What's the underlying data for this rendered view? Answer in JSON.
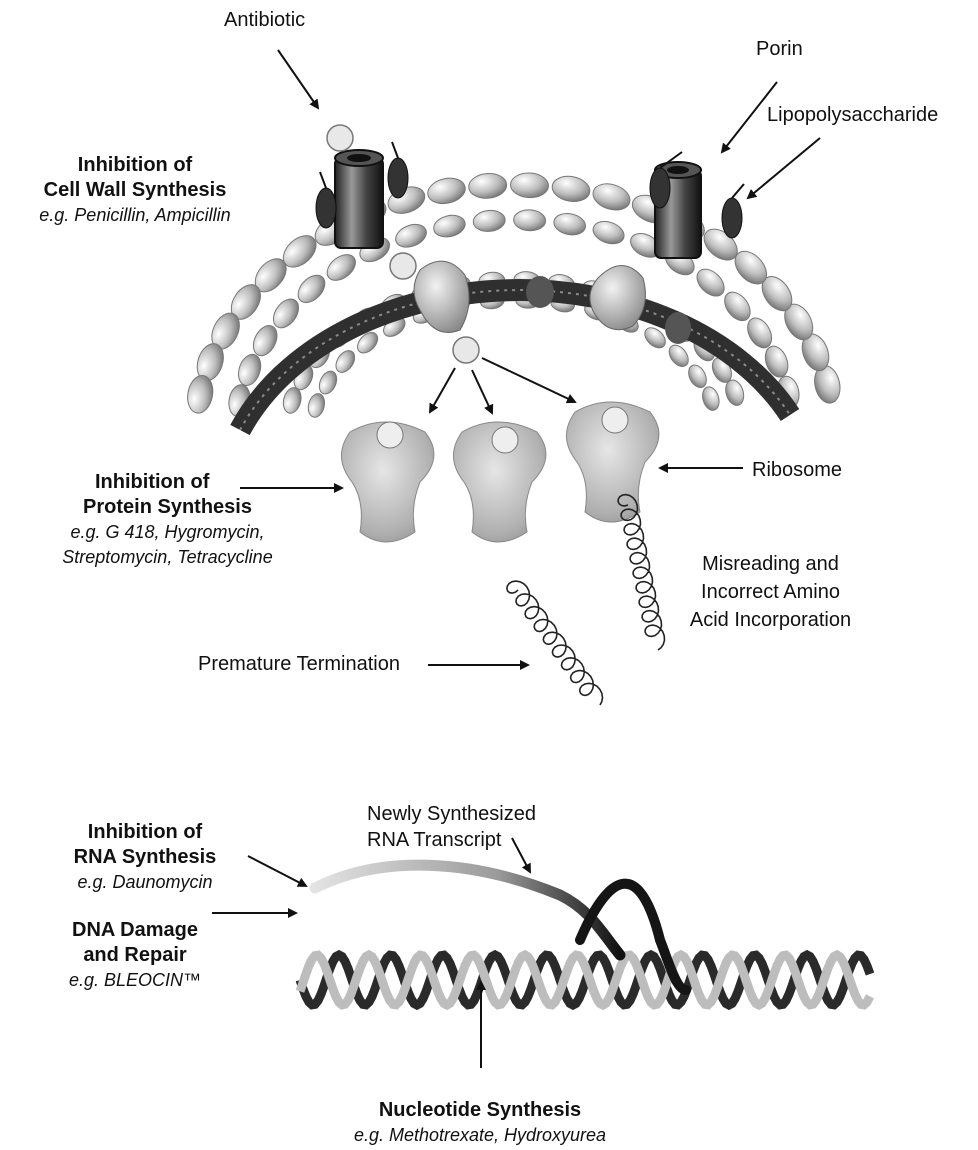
{
  "labels": {
    "antibiotic": "Antibiotic",
    "porin": "Porin",
    "lipopolysaccharide": "Lipopolysaccharide",
    "ribosome": "Ribosome",
    "misreading": [
      "Misreading and",
      "Incorrect Amino",
      "Acid Incorporation"
    ],
    "premature_termination": "Premature Termination",
    "rna_transcript": [
      "Newly Synthesized",
      "RNA Transcript"
    ]
  },
  "mechanisms": {
    "cell_wall": {
      "title": [
        "Inhibition of",
        "Cell Wall Synthesis"
      ],
      "examples": "e.g. Penicillin, Ampicillin"
    },
    "protein": {
      "title": [
        "Inhibition of",
        "Protein Synthesis"
      ],
      "examples": [
        "e.g. G 418, Hygromycin,",
        "Streptomycin, Tetracycline"
      ]
    },
    "rna": {
      "title": [
        "Inhibition of",
        "RNA Synthesis"
      ],
      "examples": "e.g. Daunomycin"
    },
    "dna": {
      "title": [
        "DNA Damage",
        "and Repair"
      ],
      "examples": "e.g. BLEOCIN™"
    },
    "nucleotide": {
      "title": "Nucleotide Synthesis",
      "examples": "e.g. Methotrexate, Hydroxyurea"
    }
  },
  "colors": {
    "ink": "#111111",
    "membrane": "#9a9a9a",
    "wall": "#3a3a3a",
    "ribosome": "#b8b8b8"
  }
}
